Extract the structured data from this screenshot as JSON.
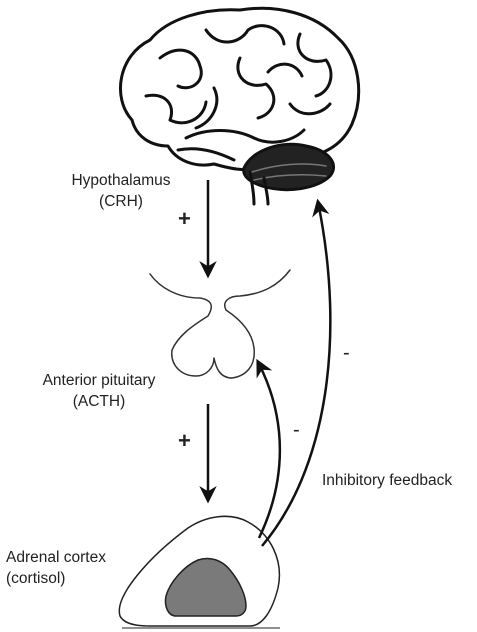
{
  "nodes": {
    "hypothalamus": {
      "name": "Hypothalamus",
      "hormone": "(CRH)"
    },
    "pituitary": {
      "name": "Anterior pituitary",
      "hormone": "(ACTH)"
    },
    "adrenal": {
      "name": "Adrenal cortex",
      "hormone": "(cortisol)"
    }
  },
  "signs": {
    "hypothalamus_to_pituitary": "+",
    "pituitary_to_adrenal": "+",
    "feedback_to_pituitary": "-",
    "feedback_to_hypothalamus": "-"
  },
  "feedback_label": "Inhibitory feedback",
  "icons": [
    "brain-icon",
    "pituitary-gland-icon",
    "adrenal-gland-icon"
  ]
}
